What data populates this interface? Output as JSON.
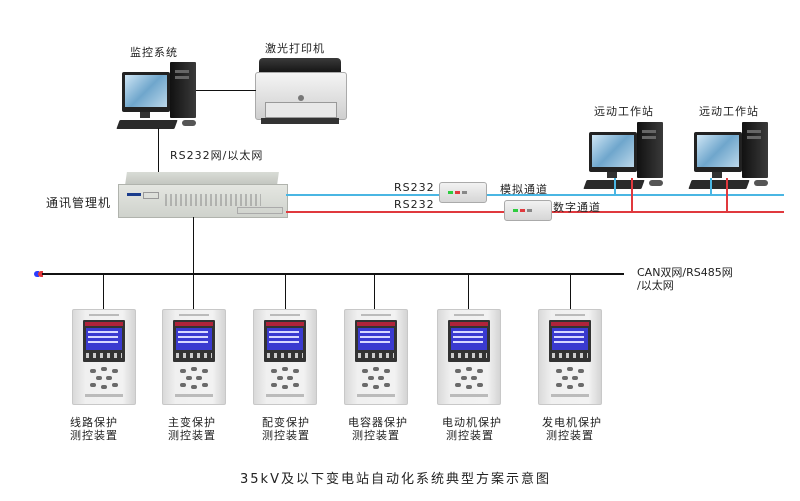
{
  "diagram": {
    "caption": "35kV及以下变电站自动化系统典型方案示意图",
    "nodes": {
      "monitor_system": {
        "label": "监控系统",
        "icon": "desktop-computer-icon"
      },
      "laser_printer": {
        "label": "激光打印机",
        "icon": "printer-icon"
      },
      "comm_manager": {
        "label": "通讯管理机",
        "icon": "rack-server-icon"
      },
      "remote_station_1": {
        "label": "远动工作站",
        "icon": "desktop-computer-icon"
      },
      "remote_station_2": {
        "label": "远动工作站",
        "icon": "desktop-computer-icon"
      },
      "modem_analog": {
        "label": "模拟通道",
        "icon": "modem-icon"
      },
      "modem_digital": {
        "label": "数字通道",
        "icon": "modem-icon"
      }
    },
    "links": {
      "monitor_to_comm": "RS232网/以太网",
      "rs232_blue": "RS232",
      "rs232_red": "RS232",
      "field_bus_line1": "CAN双网/RS485网",
      "field_bus_line2": "/以太网"
    },
    "devices": [
      {
        "line1": "线路保护",
        "line2": "测控装置"
      },
      {
        "line1": "主变保护",
        "line2": "测控装置"
      },
      {
        "line1": "配变保护",
        "line2": "测控装置"
      },
      {
        "line1": "电容器保护",
        "line2": "测控装置"
      },
      {
        "line1": "电动机保护",
        "line2": "测控装置"
      },
      {
        "line1": "发电机保护",
        "line2": "测控装置"
      }
    ],
    "colors": {
      "channel_analog": "#4ab6e3",
      "channel_digital": "#e0393e",
      "bus": "#111111"
    }
  }
}
